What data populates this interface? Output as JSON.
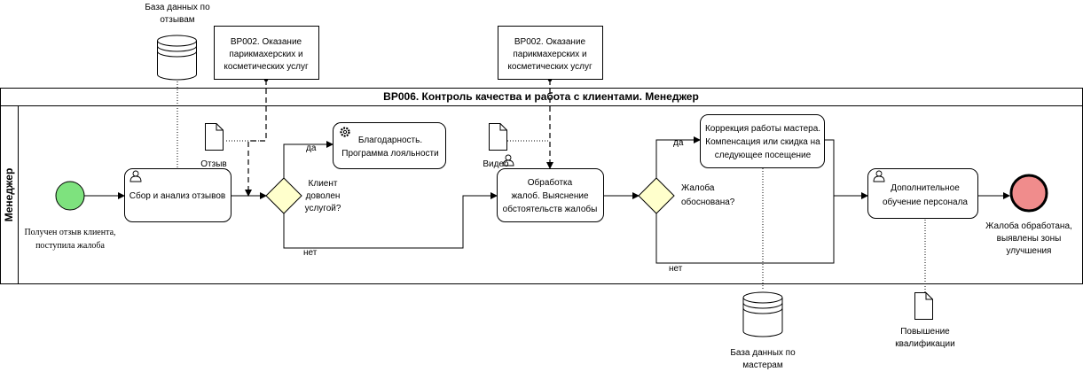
{
  "pool": {
    "title": "ВР006. Контроль качества и работа с клиентами. Менеджер",
    "lane": "Менеджер"
  },
  "start_event": {
    "label_1": "Получен отзыв клиента,",
    "label_2": "поступила жалоба"
  },
  "end_event": {
    "label_1": "Жалоба обработана,",
    "label_2": "выявлены зоны",
    "label_3": "улучшения"
  },
  "tasks": {
    "collect": {
      "line_1": "Сбор и анализ отзывов"
    },
    "thanks": {
      "line_1": "Благодарность.",
      "line_2": "Программа лояльности"
    },
    "process": {
      "line_1": "Обработка",
      "line_2": "жалоб. Выяснение",
      "line_3": "обстоятельств жалобы"
    },
    "correction": {
      "line_1": "Коррекция работы мастера.",
      "line_2": "Компенсация или скидка на",
      "line_3": "следующее посещение"
    },
    "training": {
      "line_1": "Дополнительное",
      "line_2": "обучение персонала"
    }
  },
  "gateways": {
    "satisfied": {
      "line_1": "Клиент",
      "line_2": "доволен",
      "line_3": "услугой?",
      "yes": "да",
      "no": "нет"
    },
    "justified": {
      "line_1": "Жалоба",
      "line_2": "обоснована?",
      "yes": "да",
      "no": "нет"
    }
  },
  "external": {
    "bp002_left": {
      "line_1": "ВР002. Оказание",
      "line_2": "парикмахерских и",
      "line_3": "косметических услуг"
    },
    "bp002_right": {
      "line_1": "ВР002. Оказание",
      "line_2": "парикмахерских и",
      "line_3": "косметических услуг"
    }
  },
  "data_stores": {
    "reviews_db": {
      "line_1": "База данных по",
      "line_2": "отзывам"
    },
    "masters_db": {
      "line_1": "База данных по",
      "line_2": "мастерам"
    }
  },
  "documents": {
    "review": "Отзыв",
    "video": "Видео",
    "qualification": {
      "line_1": "Повышение",
      "line_2": "квалификации"
    }
  },
  "colors": {
    "start_fill": "#7ee27e",
    "end_fill": "#f08c8c",
    "gateway_fill": "#ffffcc",
    "line": "#000000"
  }
}
